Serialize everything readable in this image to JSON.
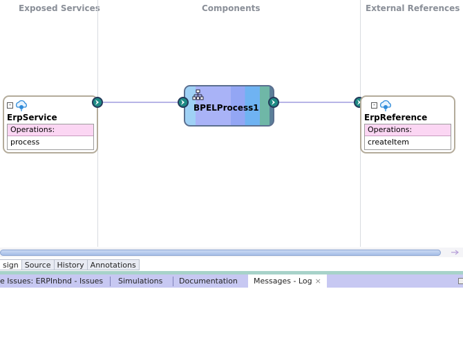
{
  "lanes": {
    "exposed": "Exposed Services",
    "components": "Components",
    "external": "External References"
  },
  "erp_service": {
    "name": "ErpService",
    "operations_label": "Operations:",
    "operation": "process"
  },
  "bpel": {
    "name": "BPELProcess1"
  },
  "erp_reference": {
    "name": "ErpReference",
    "operations_label": "Operations:",
    "operation": "createItem"
  },
  "editor_tabs": [
    "sign",
    "Source",
    "History",
    "Annotations"
  ],
  "bottom_tabs": {
    "issues": "e Issues: ERPInbnd - Issues",
    "simulations": "Simulations",
    "documentation": "Documentation",
    "messages": "Messages - Log",
    "close": "×"
  },
  "colors": {
    "port": "#1f8b85",
    "wire": "#b7b4e6",
    "operations_header": "#fbd6f3"
  }
}
